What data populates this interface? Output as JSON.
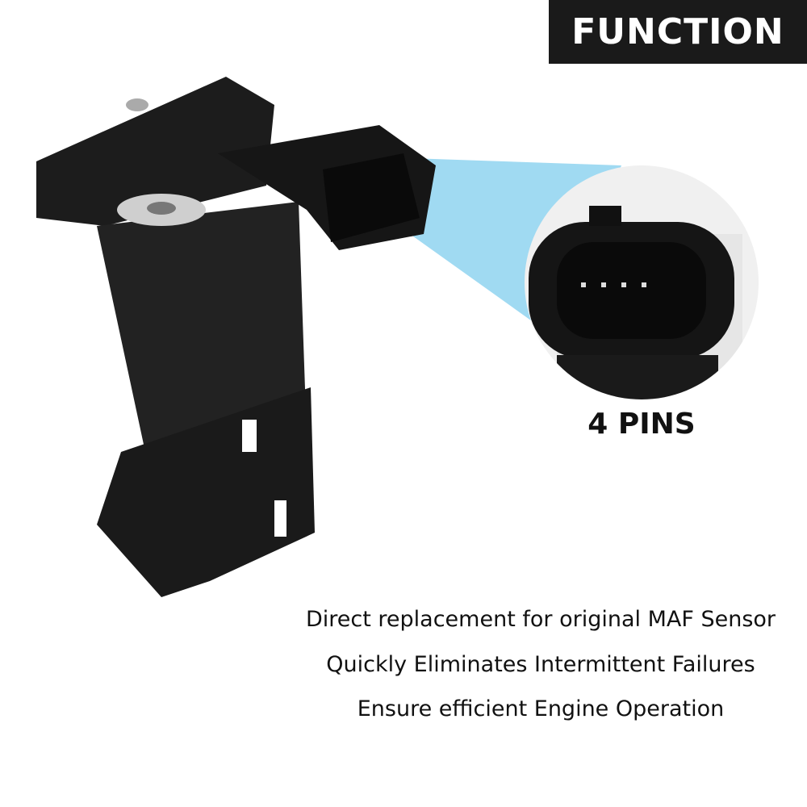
{
  "badge": {
    "title": "FUNCTION"
  },
  "callout": {
    "label": "4 PINS",
    "highlight_color": "#8fd3f0"
  },
  "features": [
    "Direct replacement for original MAF Sensor",
    "Quickly Eliminates Intermittent Failures",
    "Ensure efficient Engine Operation"
  ]
}
